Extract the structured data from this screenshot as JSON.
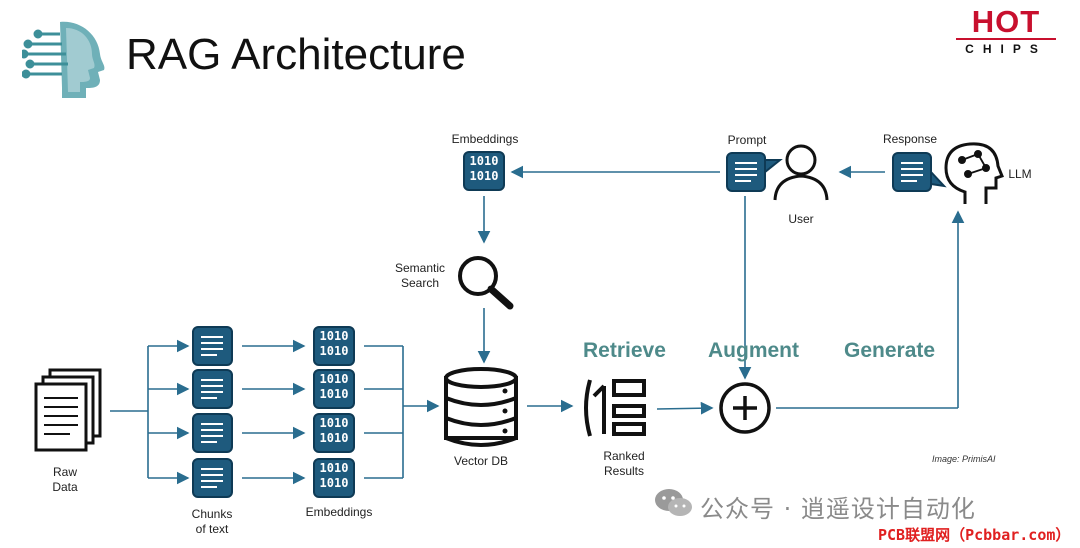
{
  "header": {
    "title": "RAG Architecture",
    "logo_top": "HOT",
    "logo_bottom": "CHIPS"
  },
  "labels": {
    "raw_data": "Raw\nData",
    "chunks": "Chunks\nof text",
    "embeddings_bottom": "Embeddings",
    "embeddings_top": "Embeddings",
    "semantic_search": "Semantic\nSearch",
    "vector_db": "Vector DB",
    "ranked_results": "Ranked\nResults",
    "prompt": "Prompt",
    "user": "User",
    "response": "Response",
    "llm": "LLM",
    "embedding_glyph": "1010"
  },
  "phases": {
    "retrieve": "Retrieve",
    "augment": "Augment",
    "generate": "Generate"
  },
  "credit": "Image: PrimisAI",
  "watermark": {
    "wechat": "公众号 · 逍遥设计自动化",
    "site": "PCB联盟网（Pcbbar.com）"
  },
  "colors": {
    "accent": "#1e5a7d",
    "accent_dark": "#0e3a55",
    "arrow": "#2a6d8f",
    "phase": "#4e8a8a",
    "logo_red": "#c8102e"
  }
}
